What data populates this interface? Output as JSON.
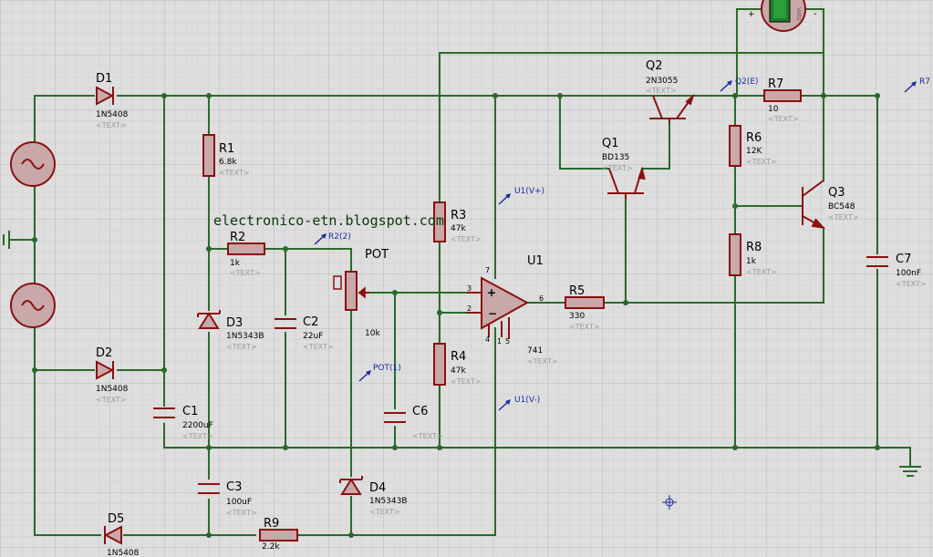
{
  "watermark": "electronico-etn.blogspot.com",
  "components": {
    "D1": {
      "ref": "D1",
      "value": "1N5408",
      "text": "<TEXT>"
    },
    "D2": {
      "ref": "D2",
      "value": "1N5408",
      "text": "<TEXT>"
    },
    "D3": {
      "ref": "D3",
      "value": "1N5343B",
      "text": "<TEXT>"
    },
    "D4": {
      "ref": "D4",
      "value": "1N5343B",
      "text": "<TEXT>"
    },
    "D5": {
      "ref": "D5",
      "value": "1N5408"
    },
    "R1": {
      "ref": "R1",
      "value": "6.8k",
      "text": "<TEXT>"
    },
    "R2": {
      "ref": "R2",
      "value": "1k",
      "text": "<TEXT>"
    },
    "R3": {
      "ref": "R3",
      "value": "47k",
      "text": "<TEXT>"
    },
    "R4": {
      "ref": "R4",
      "value": "47k",
      "text": "<TEXT>"
    },
    "R5": {
      "ref": "R5",
      "value": "330",
      "text": "<TEXT>"
    },
    "R6": {
      "ref": "R6",
      "value": "12K",
      "text": "<TEXT>"
    },
    "R7": {
      "ref": "R7",
      "value": "10",
      "text": "<TEXT>"
    },
    "R8": {
      "ref": "R8",
      "value": "1k",
      "text": "<TEXT>"
    },
    "R9": {
      "ref": "R9",
      "value": "2.2k",
      "text": "<TEXT>"
    },
    "C1": {
      "ref": "C1",
      "value": "2200uF",
      "text": "<TEXT>"
    },
    "C2": {
      "ref": "C2",
      "value": "22uF",
      "text": "<TEXT>"
    },
    "C3": {
      "ref": "C3",
      "value": "100uF",
      "text": "<TEXT>"
    },
    "C6": {
      "ref": "C6",
      "text": "<TEXT>"
    },
    "C7": {
      "ref": "C7",
      "value": "100nF",
      "text": "<TEXT>"
    },
    "Q1": {
      "ref": "Q1",
      "value": "BD135",
      "text": "<TEXT>"
    },
    "Q2": {
      "ref": "Q2",
      "value": "2N3055",
      "text": "<TEXT>"
    },
    "Q3": {
      "ref": "Q3",
      "value": "BC548",
      "text": "<TEXT>"
    },
    "U1": {
      "ref": "U1",
      "value": "741",
      "text": "<TEXT>",
      "pins": [
        "7",
        "3",
        "2",
        "6",
        "4",
        "1",
        "5"
      ]
    },
    "POT": {
      "ref": "POT",
      "value": "10k"
    }
  },
  "probes": {
    "r2": "R2(2)",
    "pot": "POT(1)",
    "u1p": "U1(V+)",
    "u1n": "U1(V-)",
    "q2e": "Q2(E)",
    "r7": "R7"
  },
  "voltmeter": {
    "label": "Volts",
    "plus": "+",
    "minus": "-"
  }
}
